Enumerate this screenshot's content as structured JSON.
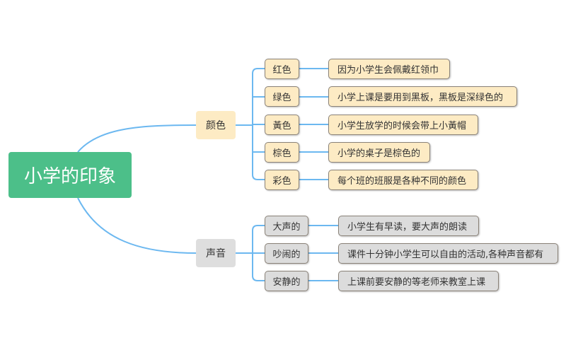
{
  "root": {
    "label": "小学的印象"
  },
  "branches": [
    {
      "label": "颜色",
      "children": [
        {
          "label": "红色",
          "detail": "因为小学生会佩戴红领巾"
        },
        {
          "label": "绿色",
          "detail": "小学上课是要用到黑板，黑板是深绿色的"
        },
        {
          "label": "黃色",
          "detail": "小学生放学的时候会带上小黃帽"
        },
        {
          "label": "棕色",
          "detail": "小学的桌子是棕色的"
        },
        {
          "label": "彩色",
          "detail": "每个班的班服是各种不同的颜色"
        }
      ]
    },
    {
      "label": "声音",
      "children": [
        {
          "label": "大声的",
          "detail": "小学生有早读，要大声的朗读"
        },
        {
          "label": "吵闹的",
          "detail": "课件十分钟小学生可以自由的活动,各种声音都有"
        },
        {
          "label": "安静的",
          "detail": "上课前要安静的等老师来教室上课"
        }
      ]
    }
  ],
  "colors": {
    "root": "#4cbf89",
    "branch_color": "#fdebc4",
    "branch_sound": "#dedede",
    "line": "#6cb8f0"
  }
}
